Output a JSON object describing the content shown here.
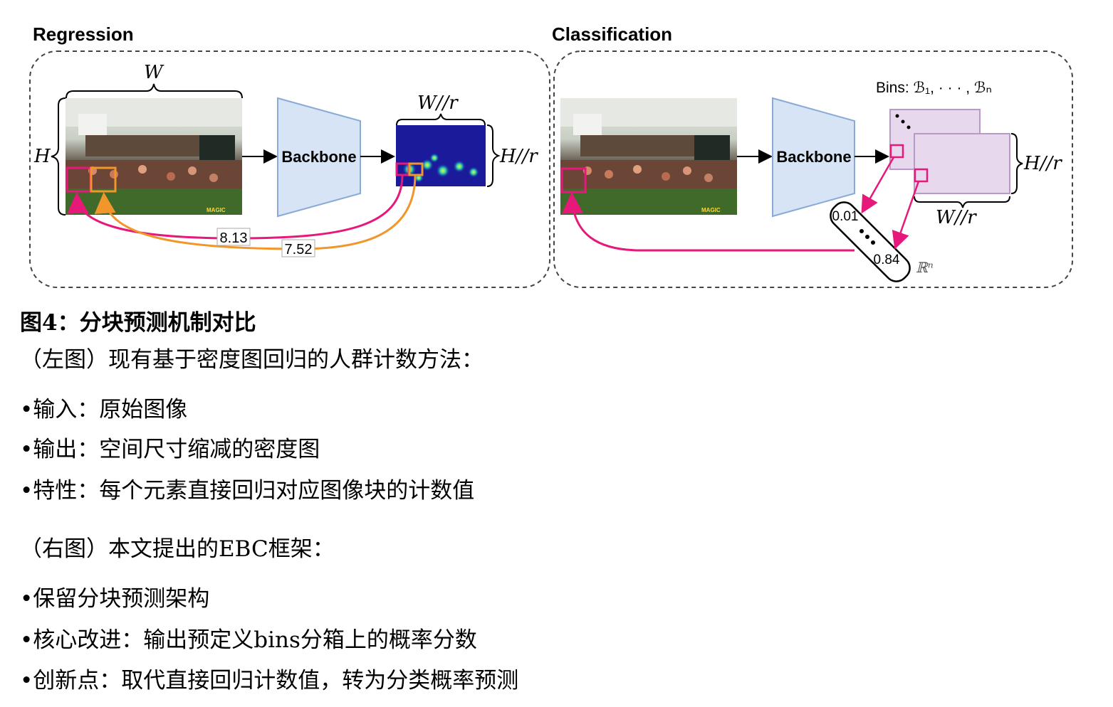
{
  "figure": {
    "regression": {
      "title": "Regression",
      "width_label": "W",
      "height_label": "H",
      "backbone_label": "Backbone",
      "map_width_label": "W//r",
      "map_height_label": "H//r",
      "value_pink": "8.13",
      "value_orange": "7.52",
      "watermark": "MAGIC"
    },
    "classification": {
      "title": "Classification",
      "backbone_label": "Backbone",
      "bins_label": "Bins: ℬ₁, · · · , ℬₙ",
      "map_height_label": "H//r",
      "map_width_label": "W//r",
      "prob_first": "0.01",
      "prob_last": "0.84",
      "space_label": "ℝⁿ",
      "watermark": "MAGIC"
    },
    "colors": {
      "pink": "#e6197a",
      "orange": "#f0962a",
      "backbone_fill": "#d6e4f5",
      "backbone_stroke": "#8aaad6",
      "bin_fill": "#e8d8ee",
      "bin_stroke": "#b89ac8"
    }
  },
  "caption": {
    "title": "图4：分块预测机制对比",
    "left_intro": "（左图）现有基于密度图回归的人群计数方法：",
    "left_items": [
      "•输入：原始图像",
      "•输出：空间尺寸缩减的密度图",
      "•特性：每个元素直接回归对应图像块的计数值"
    ],
    "right_intro": "（右图）本文提出的EBC框架：",
    "right_items": [
      "•保留分块预测架构",
      "•核心改进：输出预定义bins分箱上的概率分数",
      "•创新点：取代直接回归计数值，转为分类概率预测"
    ]
  }
}
